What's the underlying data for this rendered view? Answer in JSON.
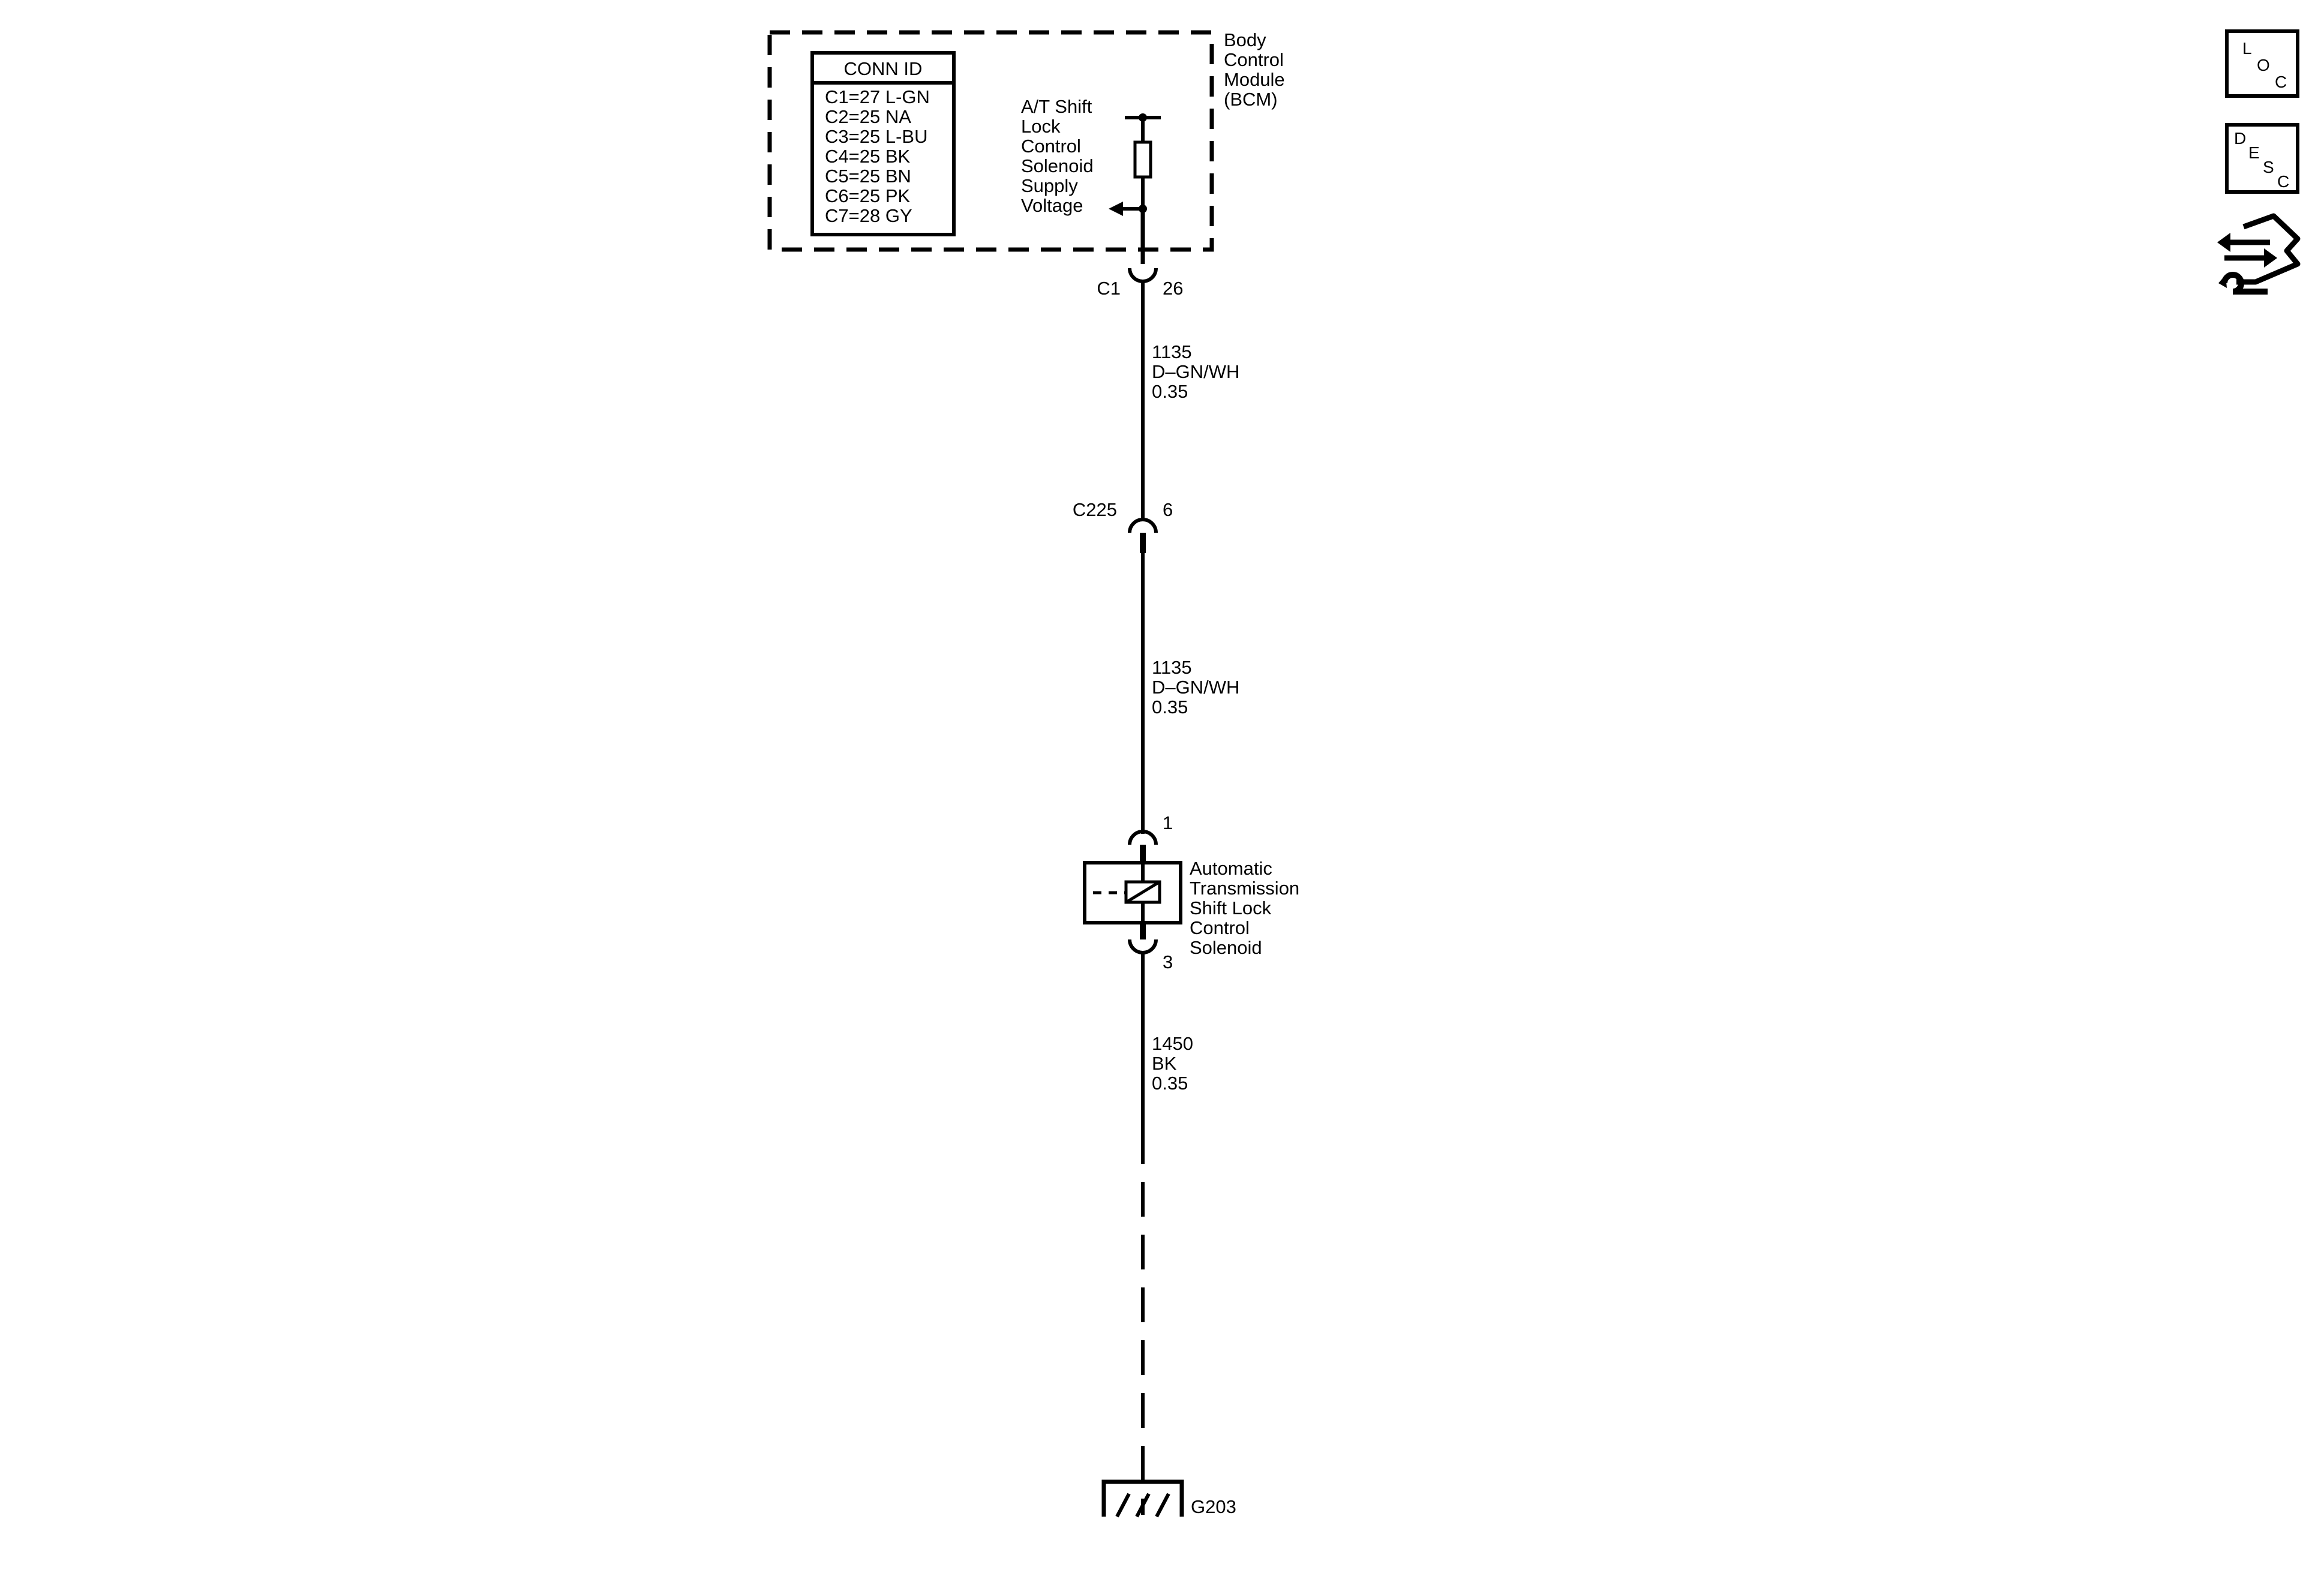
{
  "colors": {
    "ink": "#000000",
    "background": "#ffffff"
  },
  "module": {
    "name_lines": [
      "Body",
      "Control",
      "Module",
      "(BCM)"
    ],
    "conn_id_title": "CONN ID",
    "conn_id_rows": [
      "C1=27 L-GN",
      "C2=25 NA",
      "C3=25 L-BU",
      "C4=25 BK",
      "C5=25 BN",
      "C6=25 PK",
      "C7=28 GY"
    ],
    "supply_label_lines": [
      "A/T Shift",
      "Lock",
      "Control",
      "Solenoid",
      "Supply",
      "Voltage"
    ]
  },
  "connectors": {
    "c1": {
      "id": "C1",
      "pin": "26"
    },
    "c225": {
      "id": "C225",
      "pin": "6"
    }
  },
  "wires": {
    "w1": {
      "circuit": "1135",
      "color": "D–GN/WH",
      "size": "0.35"
    },
    "w2": {
      "circuit": "1135",
      "color": "D–GN/WH",
      "size": "0.35"
    },
    "w3": {
      "circuit": "1450",
      "color": "BK",
      "size": "0.35"
    }
  },
  "solenoid": {
    "pin_top": "1",
    "pin_bottom": "3",
    "label_lines": [
      "Automatic",
      "Transmission",
      "Shift Lock",
      "Control",
      "Solenoid"
    ]
  },
  "ground": {
    "id": "G203"
  },
  "side_icons": {
    "loc": {
      "letters": [
        "L",
        "O",
        "C"
      ],
      "icon": "location-icon"
    },
    "desc": {
      "letters": [
        "D",
        "E",
        "S",
        "C"
      ],
      "icon": "description-icon"
    },
    "connector_tool": {
      "icon": "connector-repair-icon"
    }
  }
}
